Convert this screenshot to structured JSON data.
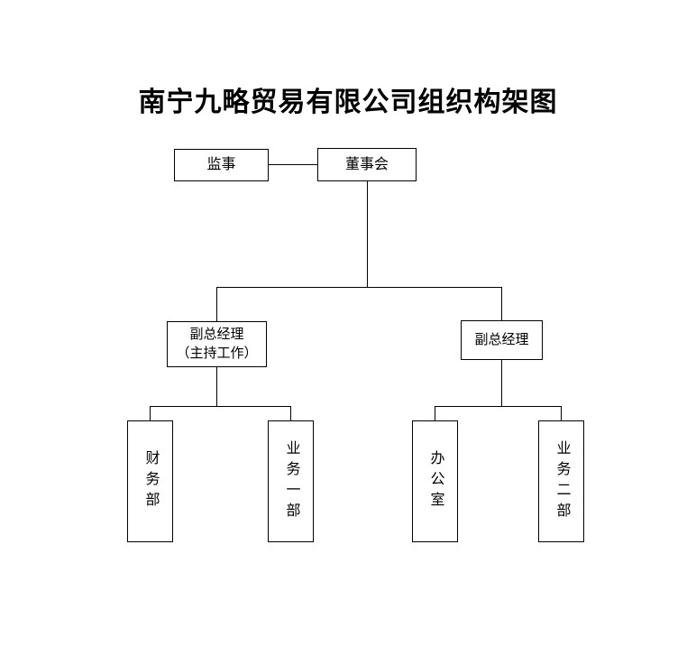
{
  "title": "南宁九略贸易有限公司组织构架图",
  "nodes": {
    "supervisor": "监事",
    "board": "董事会",
    "deputy_left": "副总经理\n（主持工作）",
    "deputy_right": "副总经理",
    "finance": "财务部",
    "business1": "业务一部",
    "office": "办公室",
    "business2": "业务二部"
  }
}
